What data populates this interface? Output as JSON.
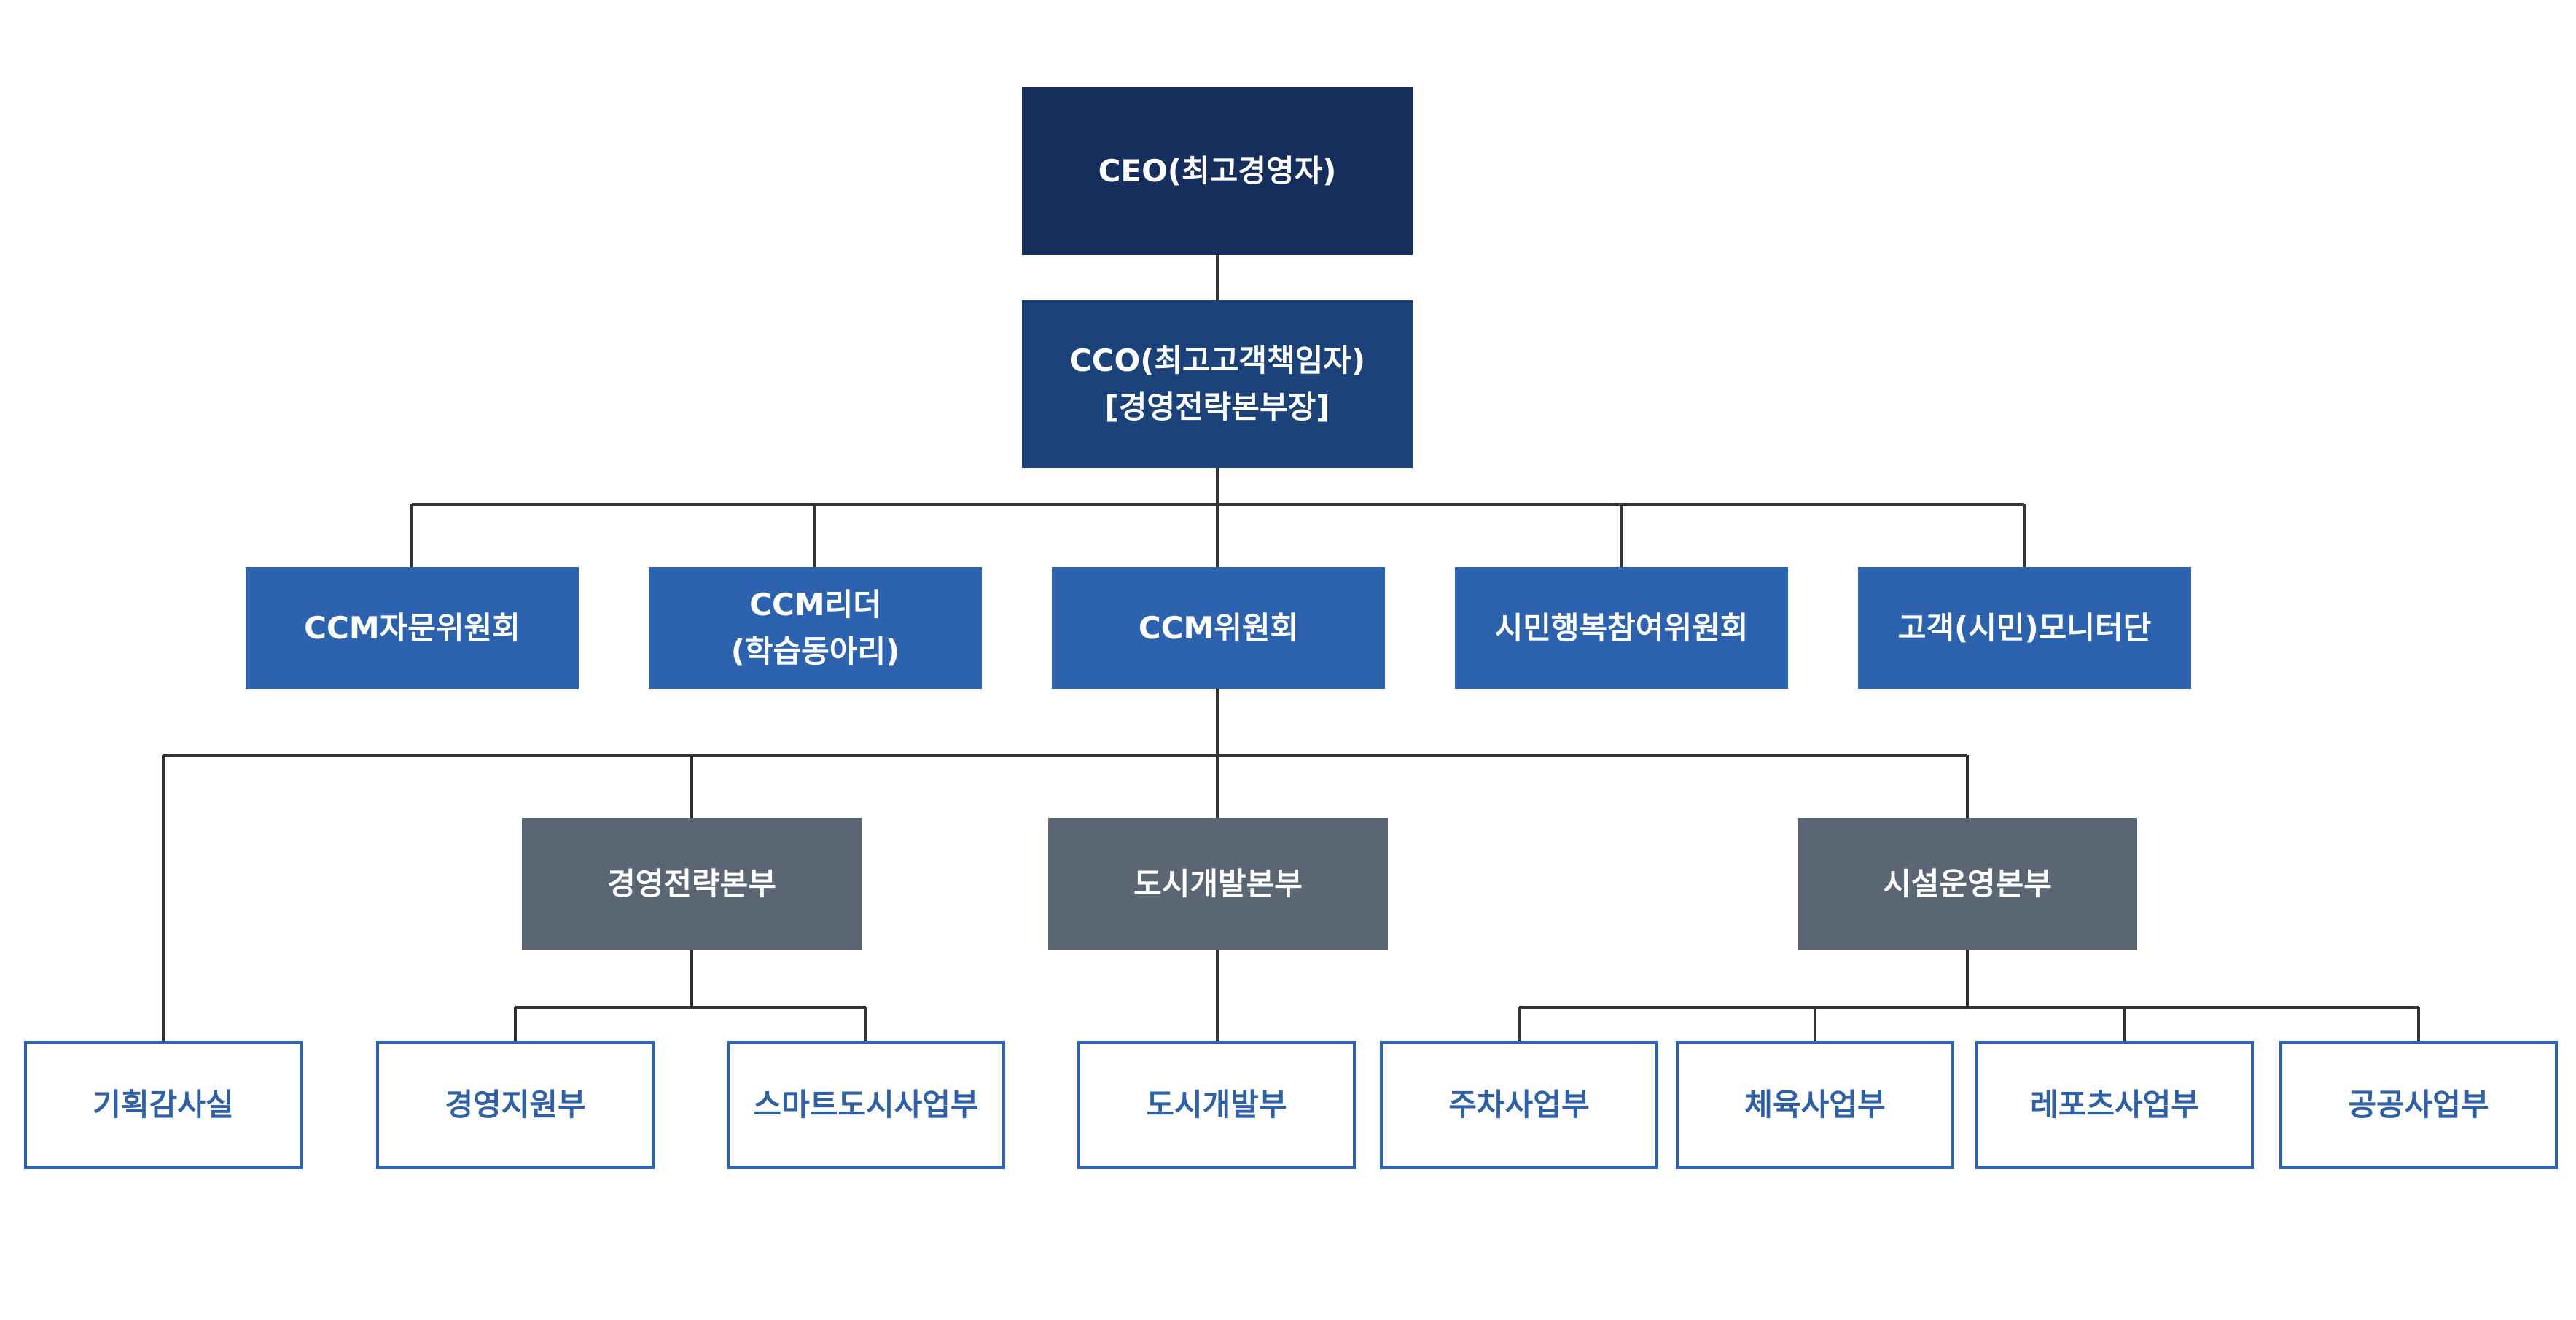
{
  "nodes": {
    "ceo": {
      "lines": [
        "CEO(최고경영자)"
      ]
    },
    "cco": {
      "lines": [
        "CCO(최고고객책임자)",
        "[경영전략본부장]"
      ]
    },
    "ccm_advisory": {
      "lines": [
        "CCM자문위원회"
      ]
    },
    "ccm_leader": {
      "lines": [
        "CCM리더",
        "(학습동아리)"
      ]
    },
    "ccm_committee": {
      "lines": [
        "CCM위원회"
      ]
    },
    "citizen_committee": {
      "lines": [
        "시민행복참여위원회"
      ]
    },
    "monitor": {
      "lines": [
        "고객(시민)모니터단"
      ]
    },
    "hq_strategy": {
      "lines": [
        "경영전략본부"
      ]
    },
    "hq_urban": {
      "lines": [
        "도시개발본부"
      ]
    },
    "hq_facility": {
      "lines": [
        "시설운영본부"
      ]
    },
    "audit": {
      "lines": [
        "기획감사실"
      ]
    },
    "mgmt_support": {
      "lines": [
        "경영지원부"
      ]
    },
    "smart_city": {
      "lines": [
        "스마트도시사업부"
      ]
    },
    "urban_dev": {
      "lines": [
        "도시개발부"
      ]
    },
    "parking": {
      "lines": [
        "주차사업부"
      ]
    },
    "sports": {
      "lines": [
        "체육사업부"
      ]
    },
    "leports": {
      "lines": [
        "레포츠사업부"
      ]
    },
    "public": {
      "lines": [
        "공공사업부"
      ]
    }
  },
  "colors": {
    "level0": "#152e5c",
    "level1": "#1b4279",
    "level2": "#2d63ae",
    "level3": "#5a6673",
    "level4_border": "#2d63ae",
    "level4_text": "#2f5fa4",
    "connector": "#333333"
  }
}
